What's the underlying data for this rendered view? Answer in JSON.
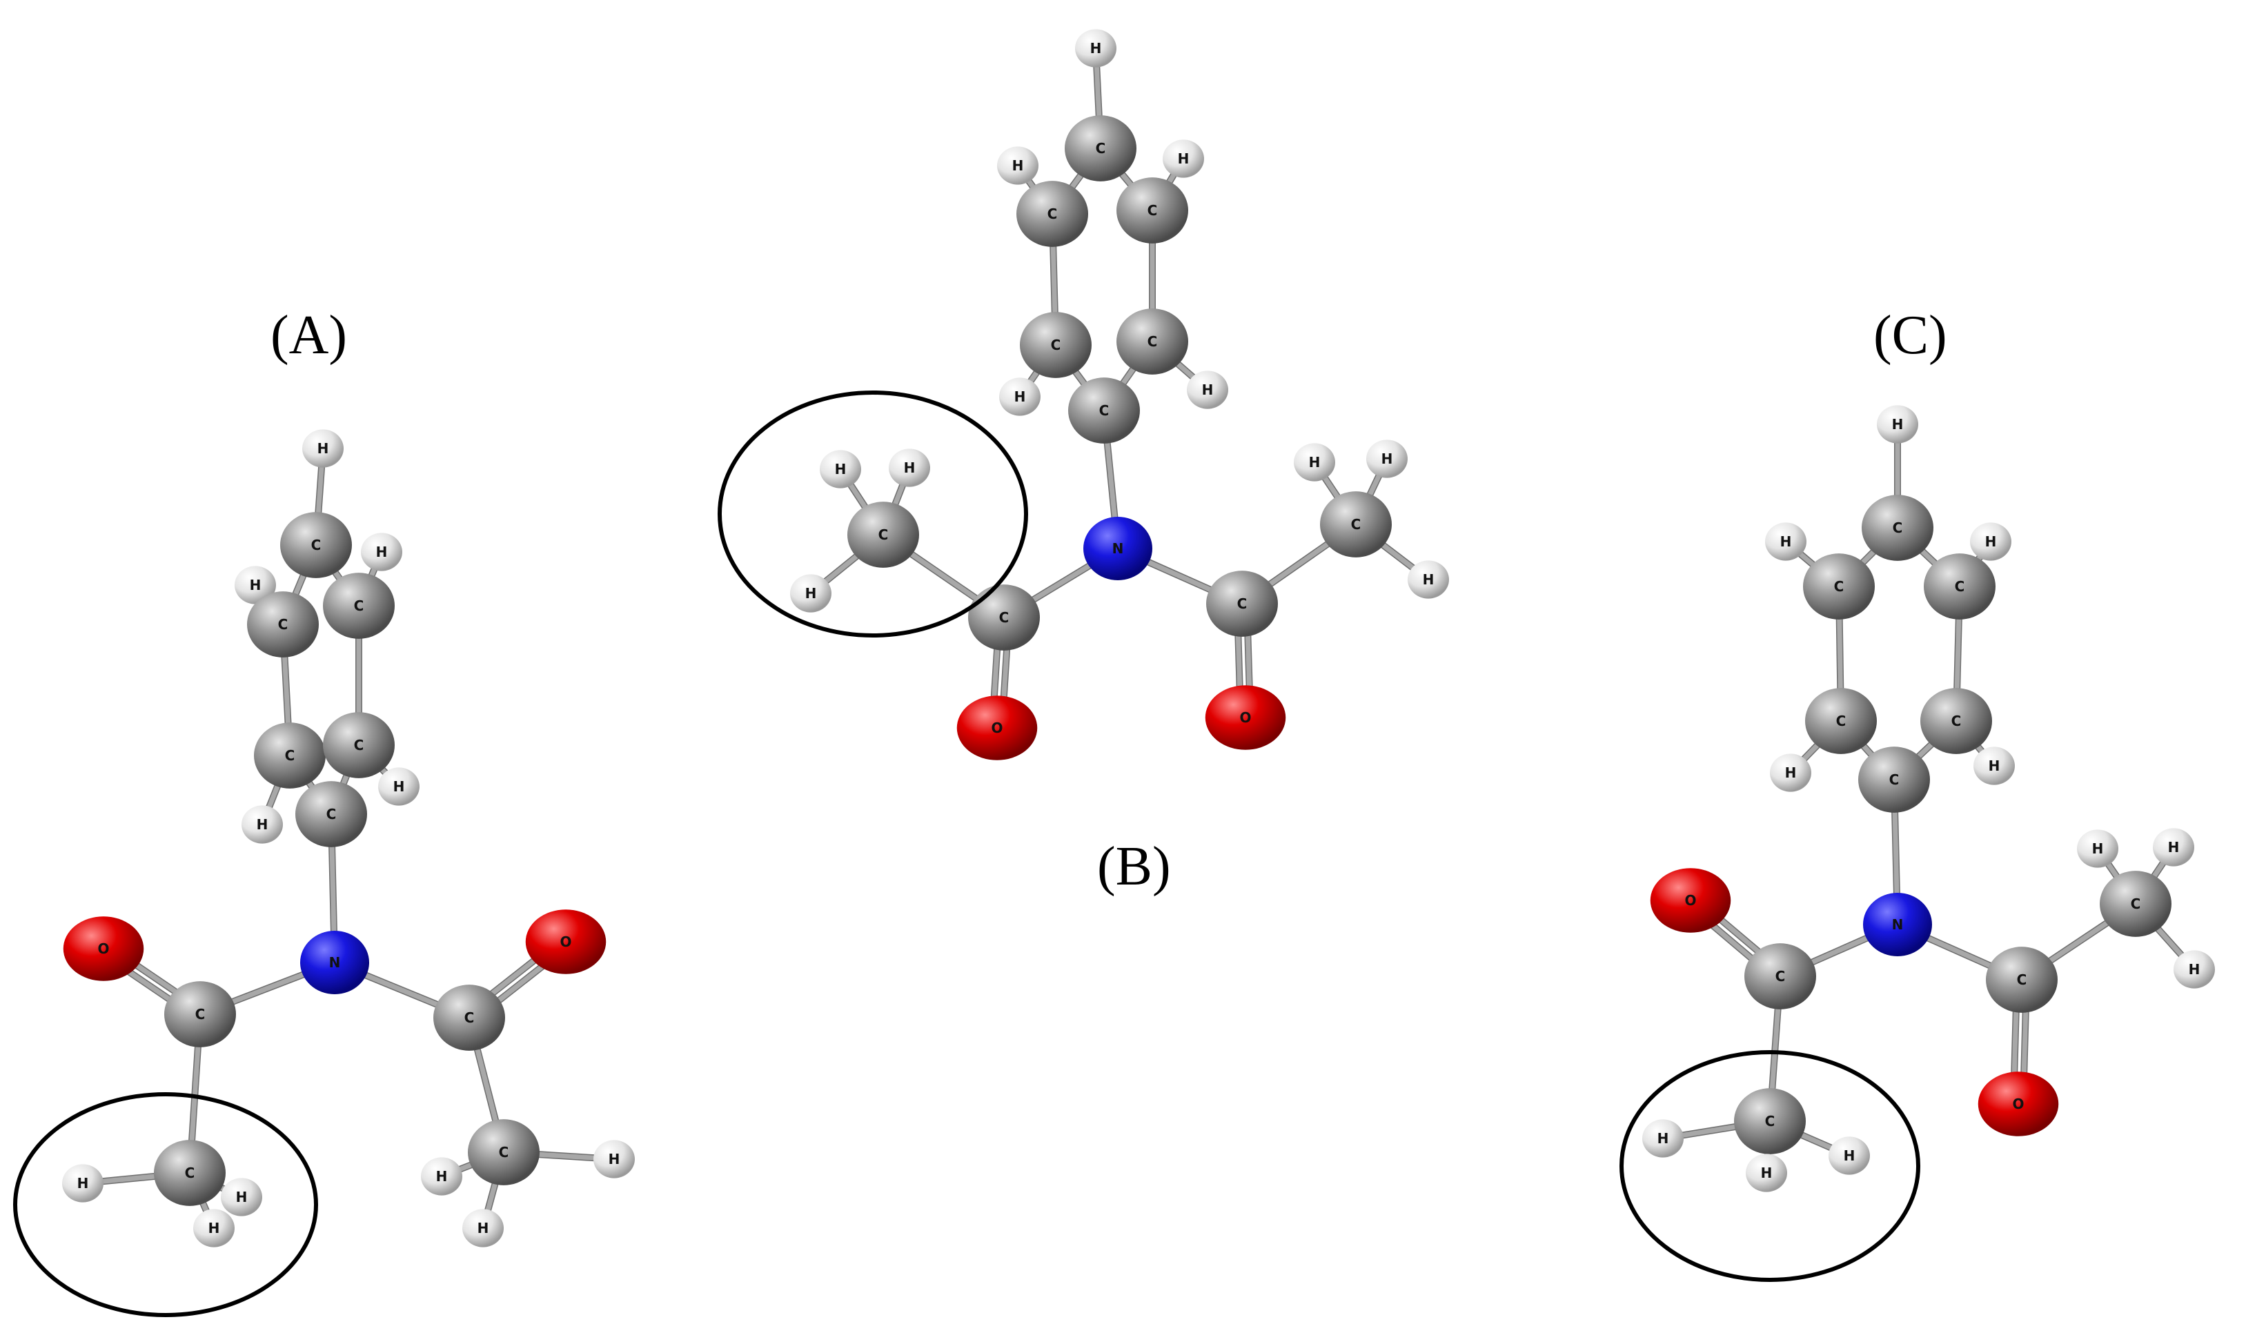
{
  "panels": [
    {
      "id": "A",
      "label": "(A)"
    },
    {
      "id": "B",
      "label": "(B)"
    },
    {
      "id": "C",
      "label": "(C)"
    }
  ],
  "element_labels": {
    "H": "H",
    "C": "C",
    "N": "N",
    "O": "O"
  },
  "element_colors": {
    "H": "#ececec",
    "C": "#8f8f8f",
    "N": "#1c1cd8",
    "O": "#e00000"
  }
}
